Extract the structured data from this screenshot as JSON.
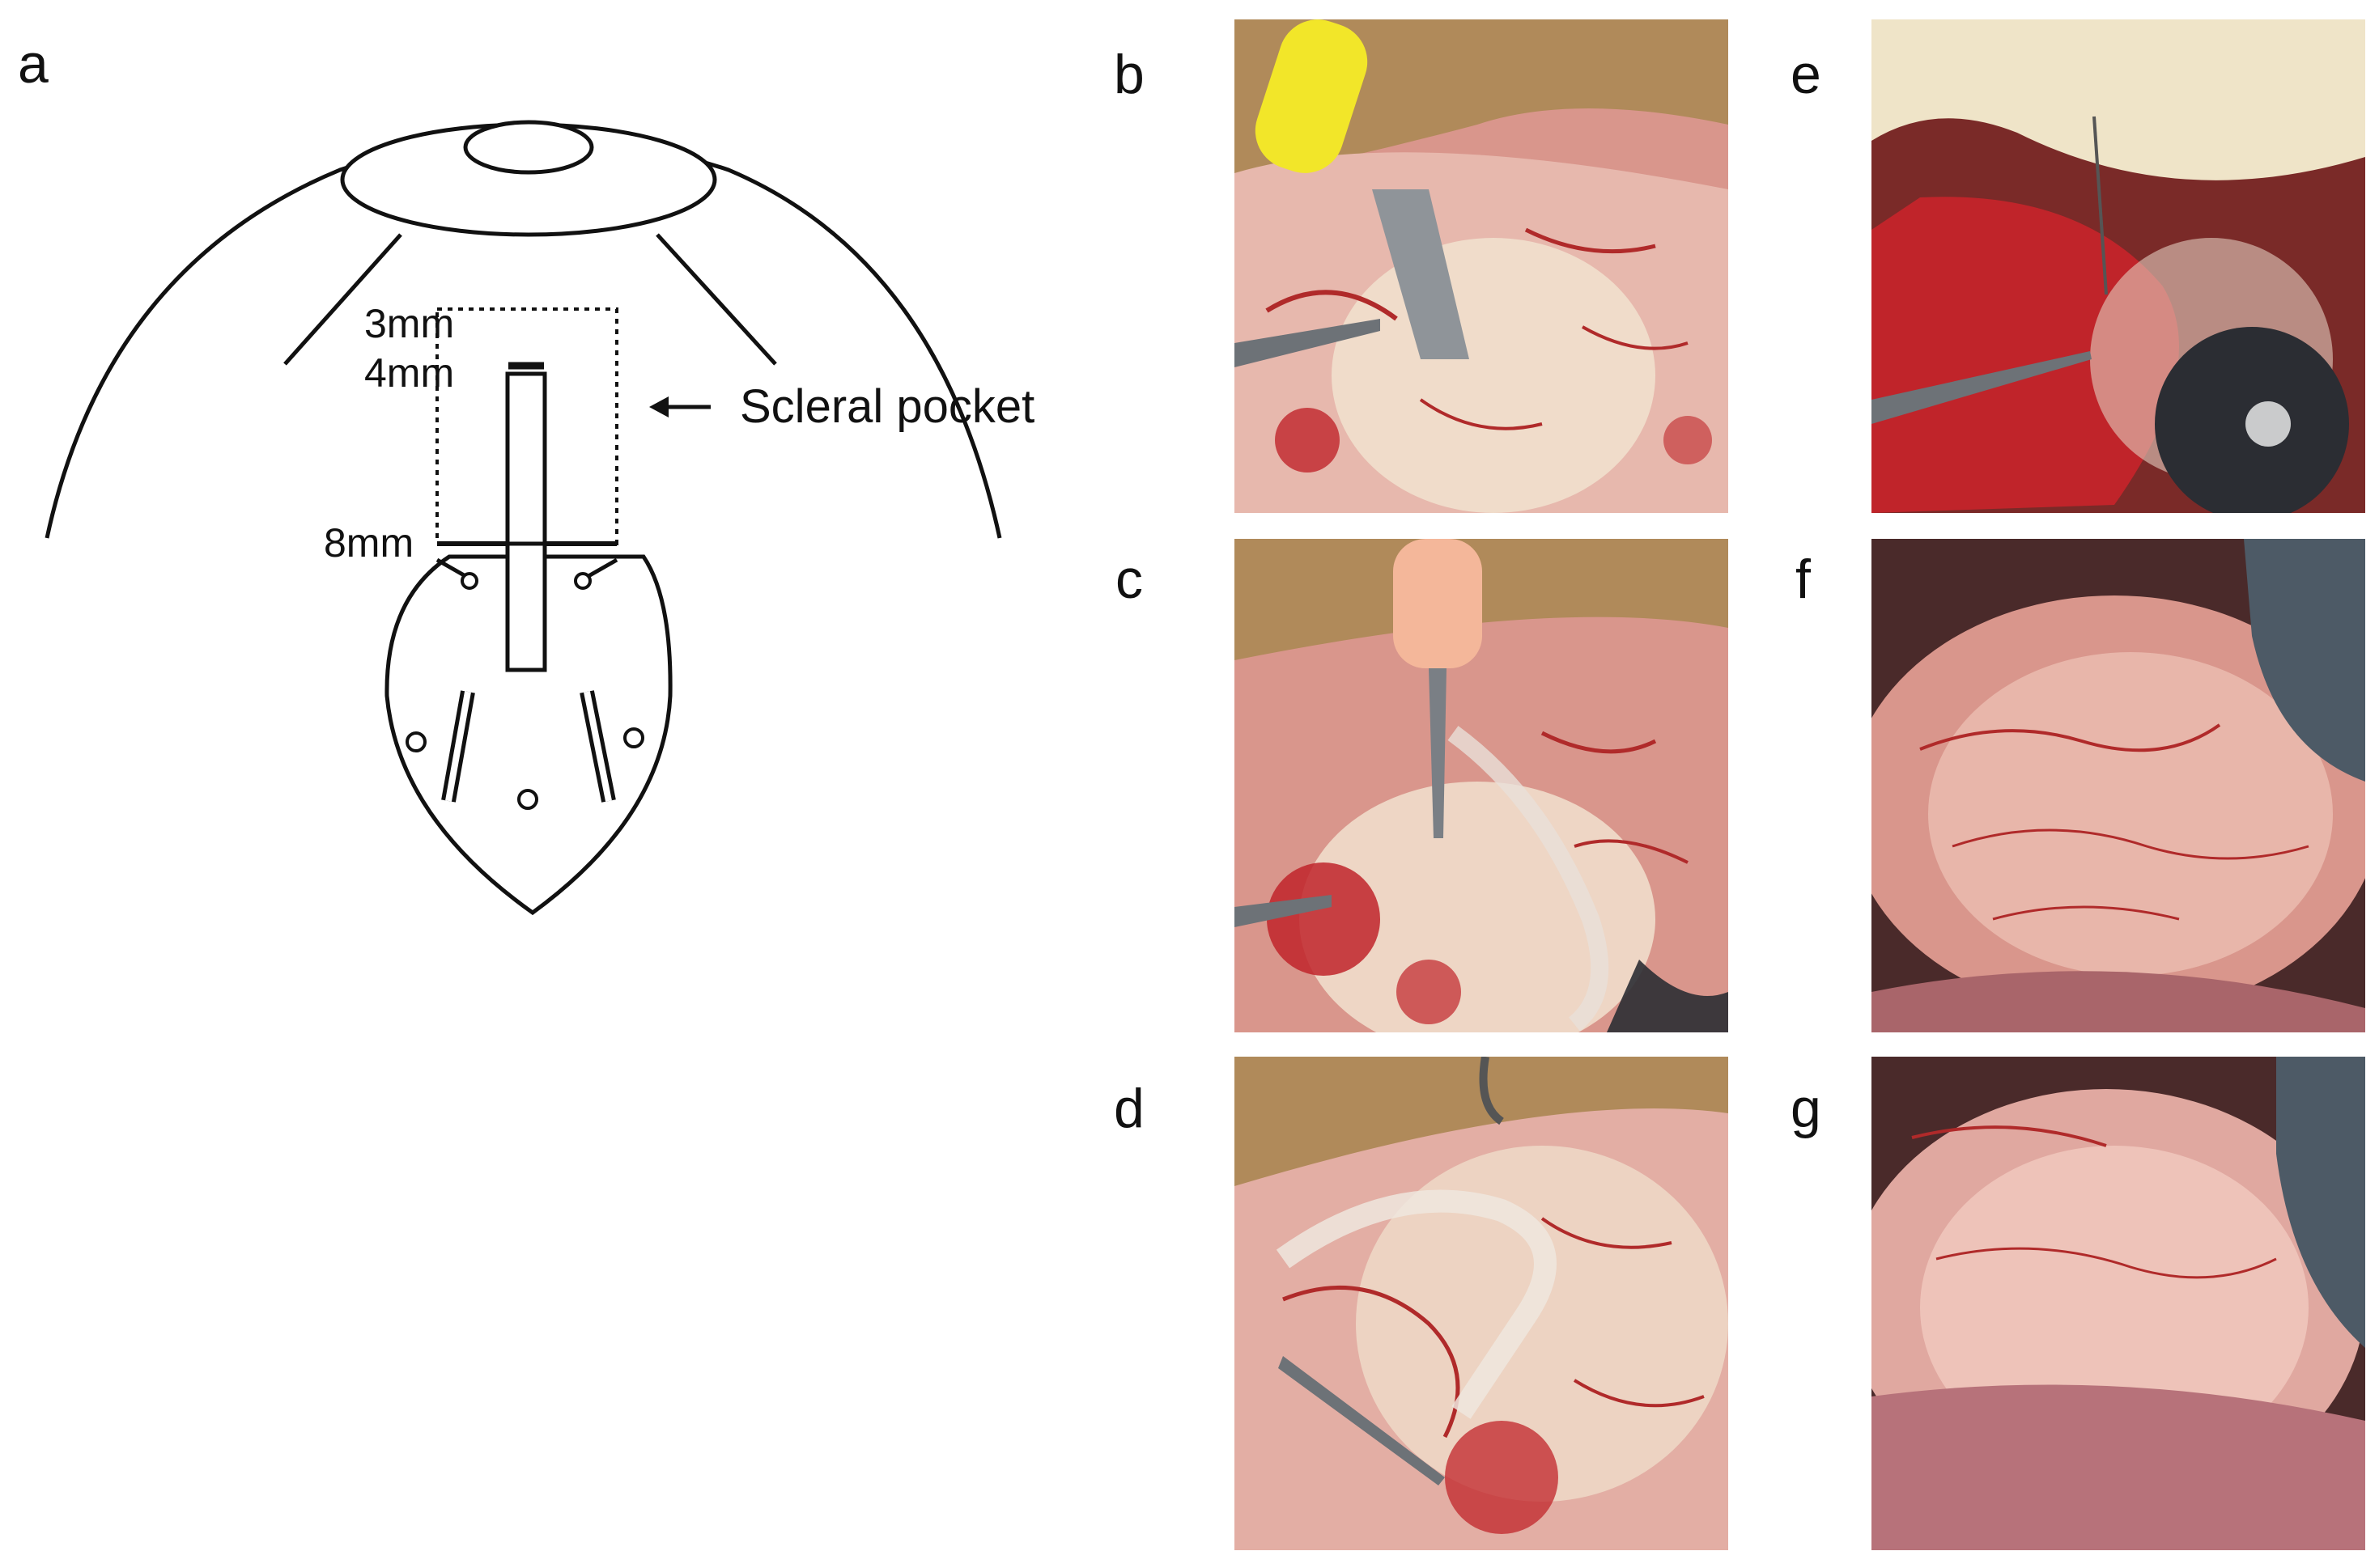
{
  "panels": {
    "a": "a",
    "b": "b",
    "c": "c",
    "d": "d",
    "e": "e",
    "f": "f",
    "g": "g"
  },
  "diagram": {
    "label_3mm": "3mm",
    "label_4mm": "4mm",
    "label_8mm": "8mm",
    "scleral_pocket": "Scleral pocket"
  },
  "colors": {
    "sclera": "#f1e2cf",
    "blood": "#c0242a",
    "vessel": "#b02a2a",
    "conjunctiva": "#d98f86",
    "instrument_yellow": "#f2e629",
    "instrument_peach": "#f4b79a",
    "metal": "#8f9499",
    "iris_dark": "#2b2d33"
  }
}
